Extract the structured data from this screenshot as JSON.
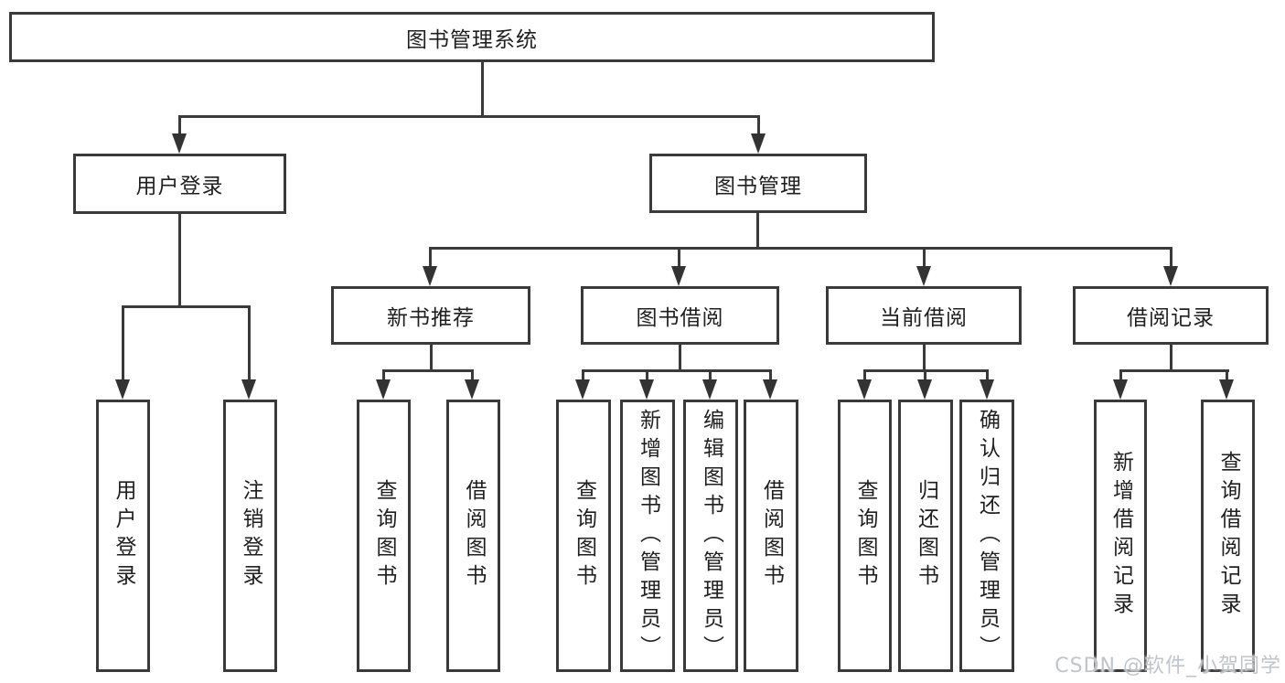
{
  "watermark": "CSDN @软件_小贺同学",
  "colors": {
    "line": "#3a3a3a",
    "text": "#1f1f1f",
    "background": "#ffffff",
    "watermark": "#bfc5ca"
  },
  "nodes": {
    "root": {
      "label": "图书管理系统"
    },
    "user_login": {
      "label": "用户登录"
    },
    "book_mgmt": {
      "label": "图书管理"
    },
    "new_book_rec": {
      "label": "新书推荐"
    },
    "book_borrow": {
      "label": "图书借阅"
    },
    "current_borrow": {
      "label": "当前借阅"
    },
    "borrow_records": {
      "label": "借阅记录"
    },
    "leaf_user_login": {
      "label": "用户登录"
    },
    "leaf_logout": {
      "label": "注销登录"
    },
    "leaf_nb_query": {
      "label": "查询图书"
    },
    "leaf_nb_borrow": {
      "label": "借阅图书"
    },
    "leaf_bb_query": {
      "label": "查询图书"
    },
    "leaf_bb_add": {
      "label": "新增图书（管理员）"
    },
    "leaf_bb_edit": {
      "label": "编辑图书（管理员）"
    },
    "leaf_bb_borrow": {
      "label": "借阅图书"
    },
    "leaf_cb_query": {
      "label": "查询图书"
    },
    "leaf_cb_return": {
      "label": "归还图书"
    },
    "leaf_cb_confirm": {
      "label": "确认归还（管理员）"
    },
    "leaf_br_add": {
      "label": "新增借阅记录"
    },
    "leaf_br_query": {
      "label": "查询借阅记录"
    }
  }
}
